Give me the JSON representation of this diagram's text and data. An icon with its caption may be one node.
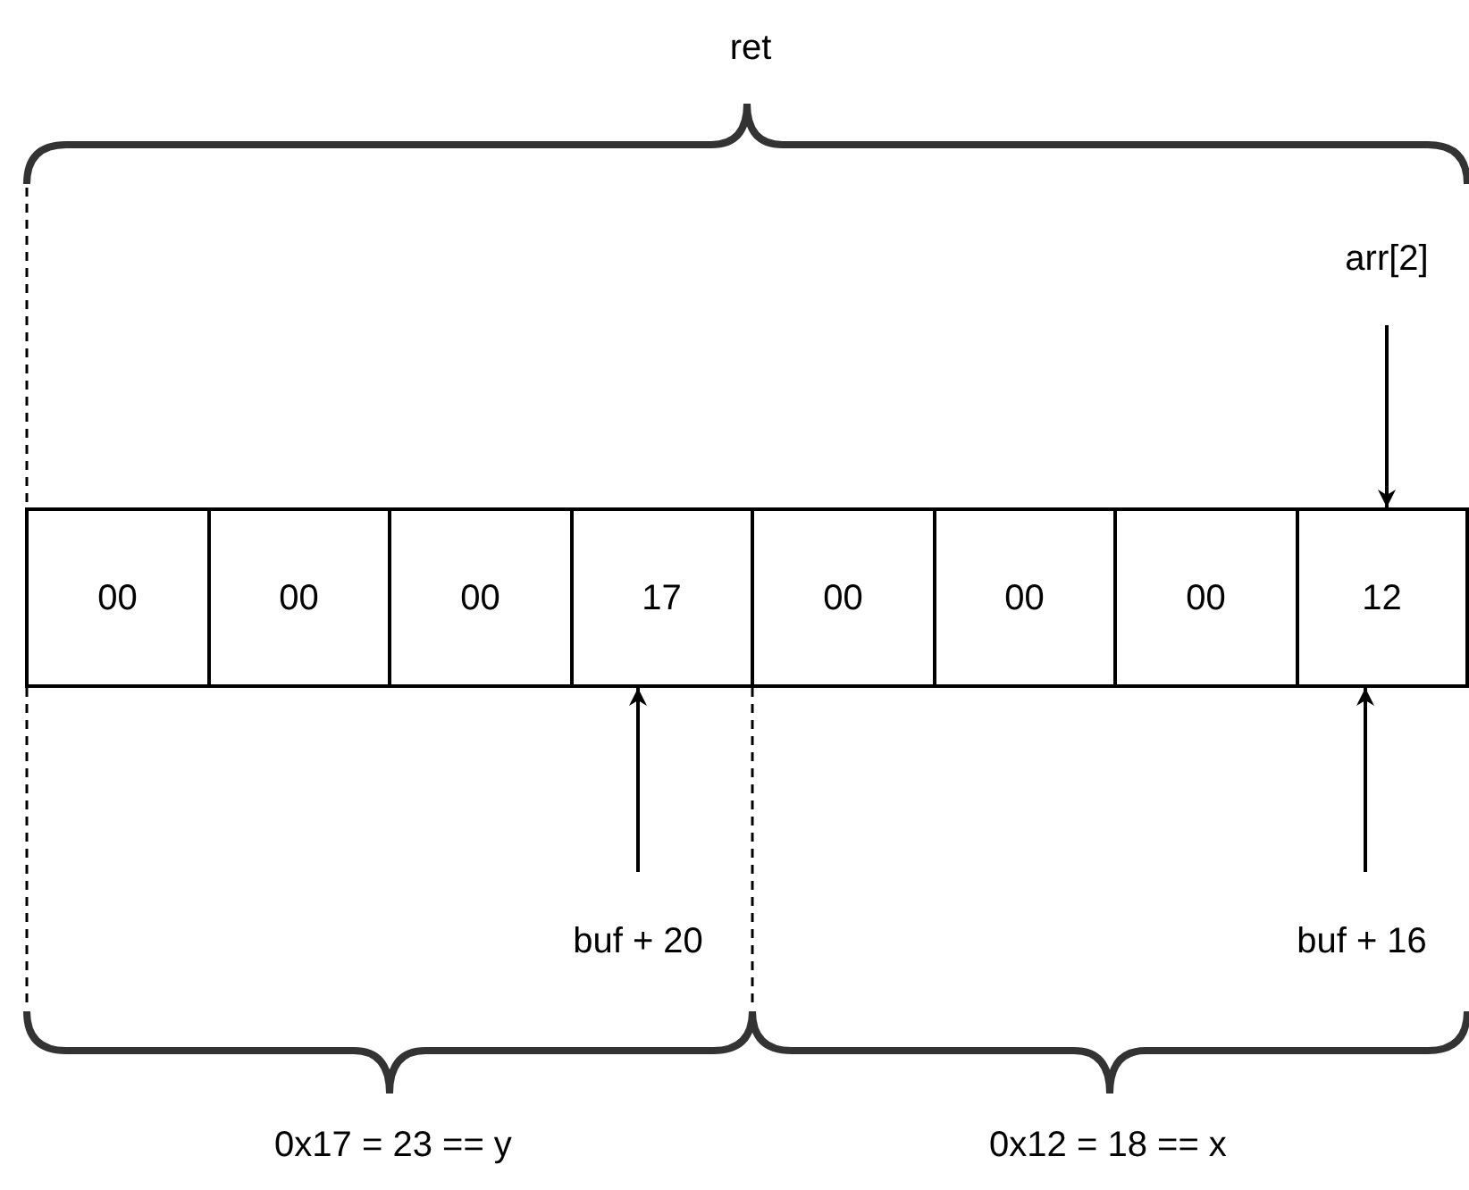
{
  "diagram": {
    "nodes": [
      {
        "text": [
          "00"
        ]
      },
      {
        "text": [
          "00"
        ]
      },
      {
        "text": [
          "00"
        ]
      },
      {
        "text": [
          "17"
        ]
      },
      {
        "text": [
          "00"
        ]
      },
      {
        "text": [
          "00"
        ]
      },
      {
        "text": [
          "00"
        ]
      },
      {
        "text": [
          "12"
        ]
      },
      {
        "text": [
          "arr[2]"
        ]
      },
      {
        "text": [
          "buf + 20"
        ]
      },
      {
        "text": [
          "buf + 16"
        ]
      }
    ],
    "edges": [
      {
        "from": 8,
        "to": 7,
        "arrow": "to"
      },
      {
        "from": 9,
        "to": 3,
        "arrow": "to"
      },
      {
        "from": 10,
        "to": 7,
        "arrow": "to"
      }
    ],
    "labels": [
      "ret",
      "0x17 = 23 == y",
      "0x12 = 18 == x"
    ]
  }
}
